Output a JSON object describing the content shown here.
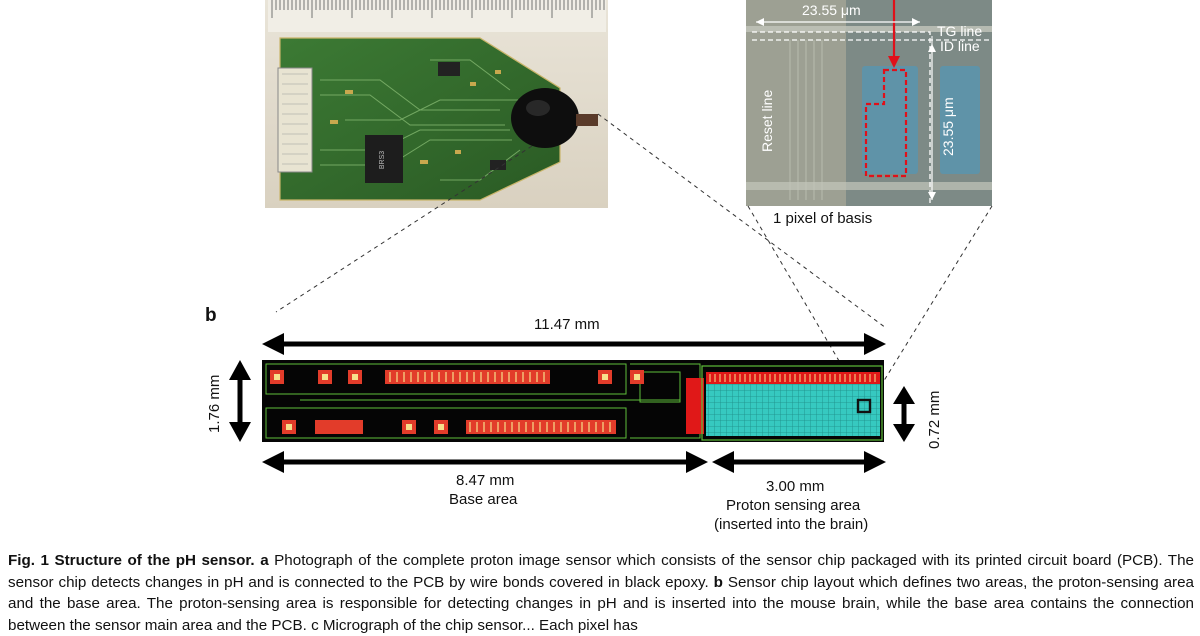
{
  "figure": {
    "panel_b_letter": "b",
    "micrograph": {
      "width_label": "23.55 μm",
      "tg_line": "TG line",
      "id_line": "ID line",
      "reset_line": "Reset line",
      "height_label": "23.55 μm",
      "pixel_caption": "1 pixel of basis"
    },
    "chip": {
      "total_length": "11.47 mm",
      "height_left": "1.76 mm",
      "height_right": "0.72 mm",
      "base_length": "8.47 mm",
      "base_name": "Base area",
      "sensing_length": "3.00 mm",
      "sensing_name": "Proton sensing area",
      "sensing_note": "(inserted into the brain)"
    },
    "pcb_chip_marking": "BRS3"
  },
  "caption": {
    "title": "Fig. 1 Structure of the pH sensor.",
    "a_letter": "a",
    "a_text": " Photograph of the complete proton image sensor which consists of the sensor chip packaged with its printed circuit board (PCB). The sensor chip detects changes in pH and is connected to the PCB by wire bonds covered in black epoxy. ",
    "b_letter": "b",
    "b_text": " Sensor chip layout which defines two areas, the proton-sensing area and the base area. The proton-sensing area is responsible for detecting changes in pH and is inserted into the mouse brain, while the base area contains the connection between the sensor main area and the PCB. c Micrograph of the chip sensor... Each pixel has"
  }
}
